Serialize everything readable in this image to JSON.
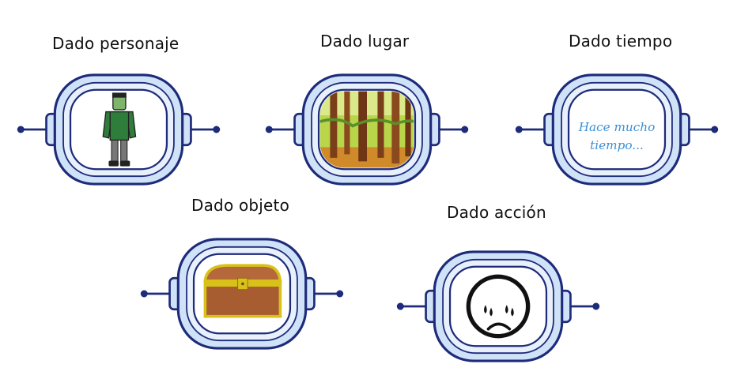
{
  "dice": [
    {
      "title": "Dado personaje",
      "content": "frankenstein-figure"
    },
    {
      "title": "Dado lugar",
      "content": "forest-scene"
    },
    {
      "title": "Dado tiempo",
      "content_line1": "Hace mucho",
      "content_line2": "tiempo...",
      "content_color": "#3a8fd6"
    },
    {
      "title": "Dado objeto",
      "content": "treasure-chest"
    },
    {
      "title": "Dado acción",
      "content": "crying-face"
    }
  ],
  "colors": {
    "frame_fill": "#cfe2f7",
    "frame_stroke": "#1d2b7a",
    "knob": "#1d2b7a",
    "screen": "#ffffff"
  }
}
